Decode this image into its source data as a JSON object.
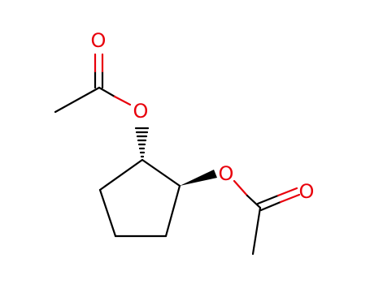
{
  "molecule": {
    "atoms": [
      {
        "id": "o-carbonyl-top",
        "label": "O"
      },
      {
        "id": "o-ester-top",
        "label": "O"
      },
      {
        "id": "o-ester-right",
        "label": "O"
      },
      {
        "id": "o-carbonyl-right",
        "label": "O"
      }
    ],
    "colors": {
      "bond": "#000000",
      "oxygen": "#e8000b"
    }
  }
}
